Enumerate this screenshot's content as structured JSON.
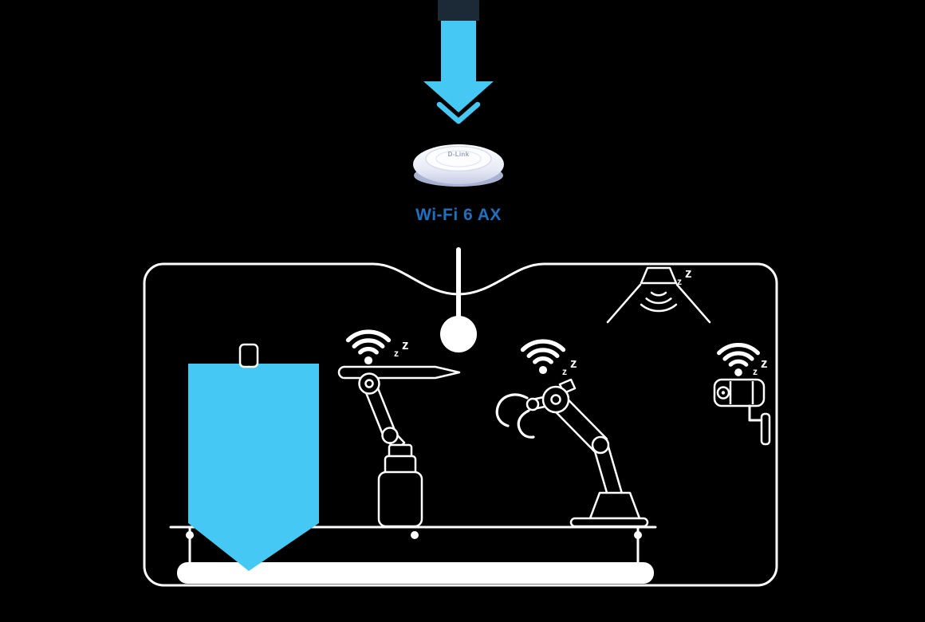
{
  "hero": {
    "access_point_brand": "D-Link",
    "label": "Wi-Fi 6 AX"
  },
  "sleep": {
    "z": "z"
  },
  "colors": {
    "background": "#000000",
    "accent_cyan": "#45C8F3",
    "arrow_cap_navy": "#1C2A37",
    "label_blue": "#1D71C1",
    "outline_white": "#FFFFFF"
  },
  "scene": {
    "description_icons": [
      "download-arrow-icon",
      "access-point-device",
      "pendant-lamp-icon",
      "ceiling-sensor-icon",
      "wifi-signal-icon",
      "sleep-zz-icon",
      "funnel-hopper",
      "chimney-vent",
      "robot-arm-left",
      "robot-arm-right",
      "security-camera-icon",
      "conveyor-belt"
    ]
  }
}
